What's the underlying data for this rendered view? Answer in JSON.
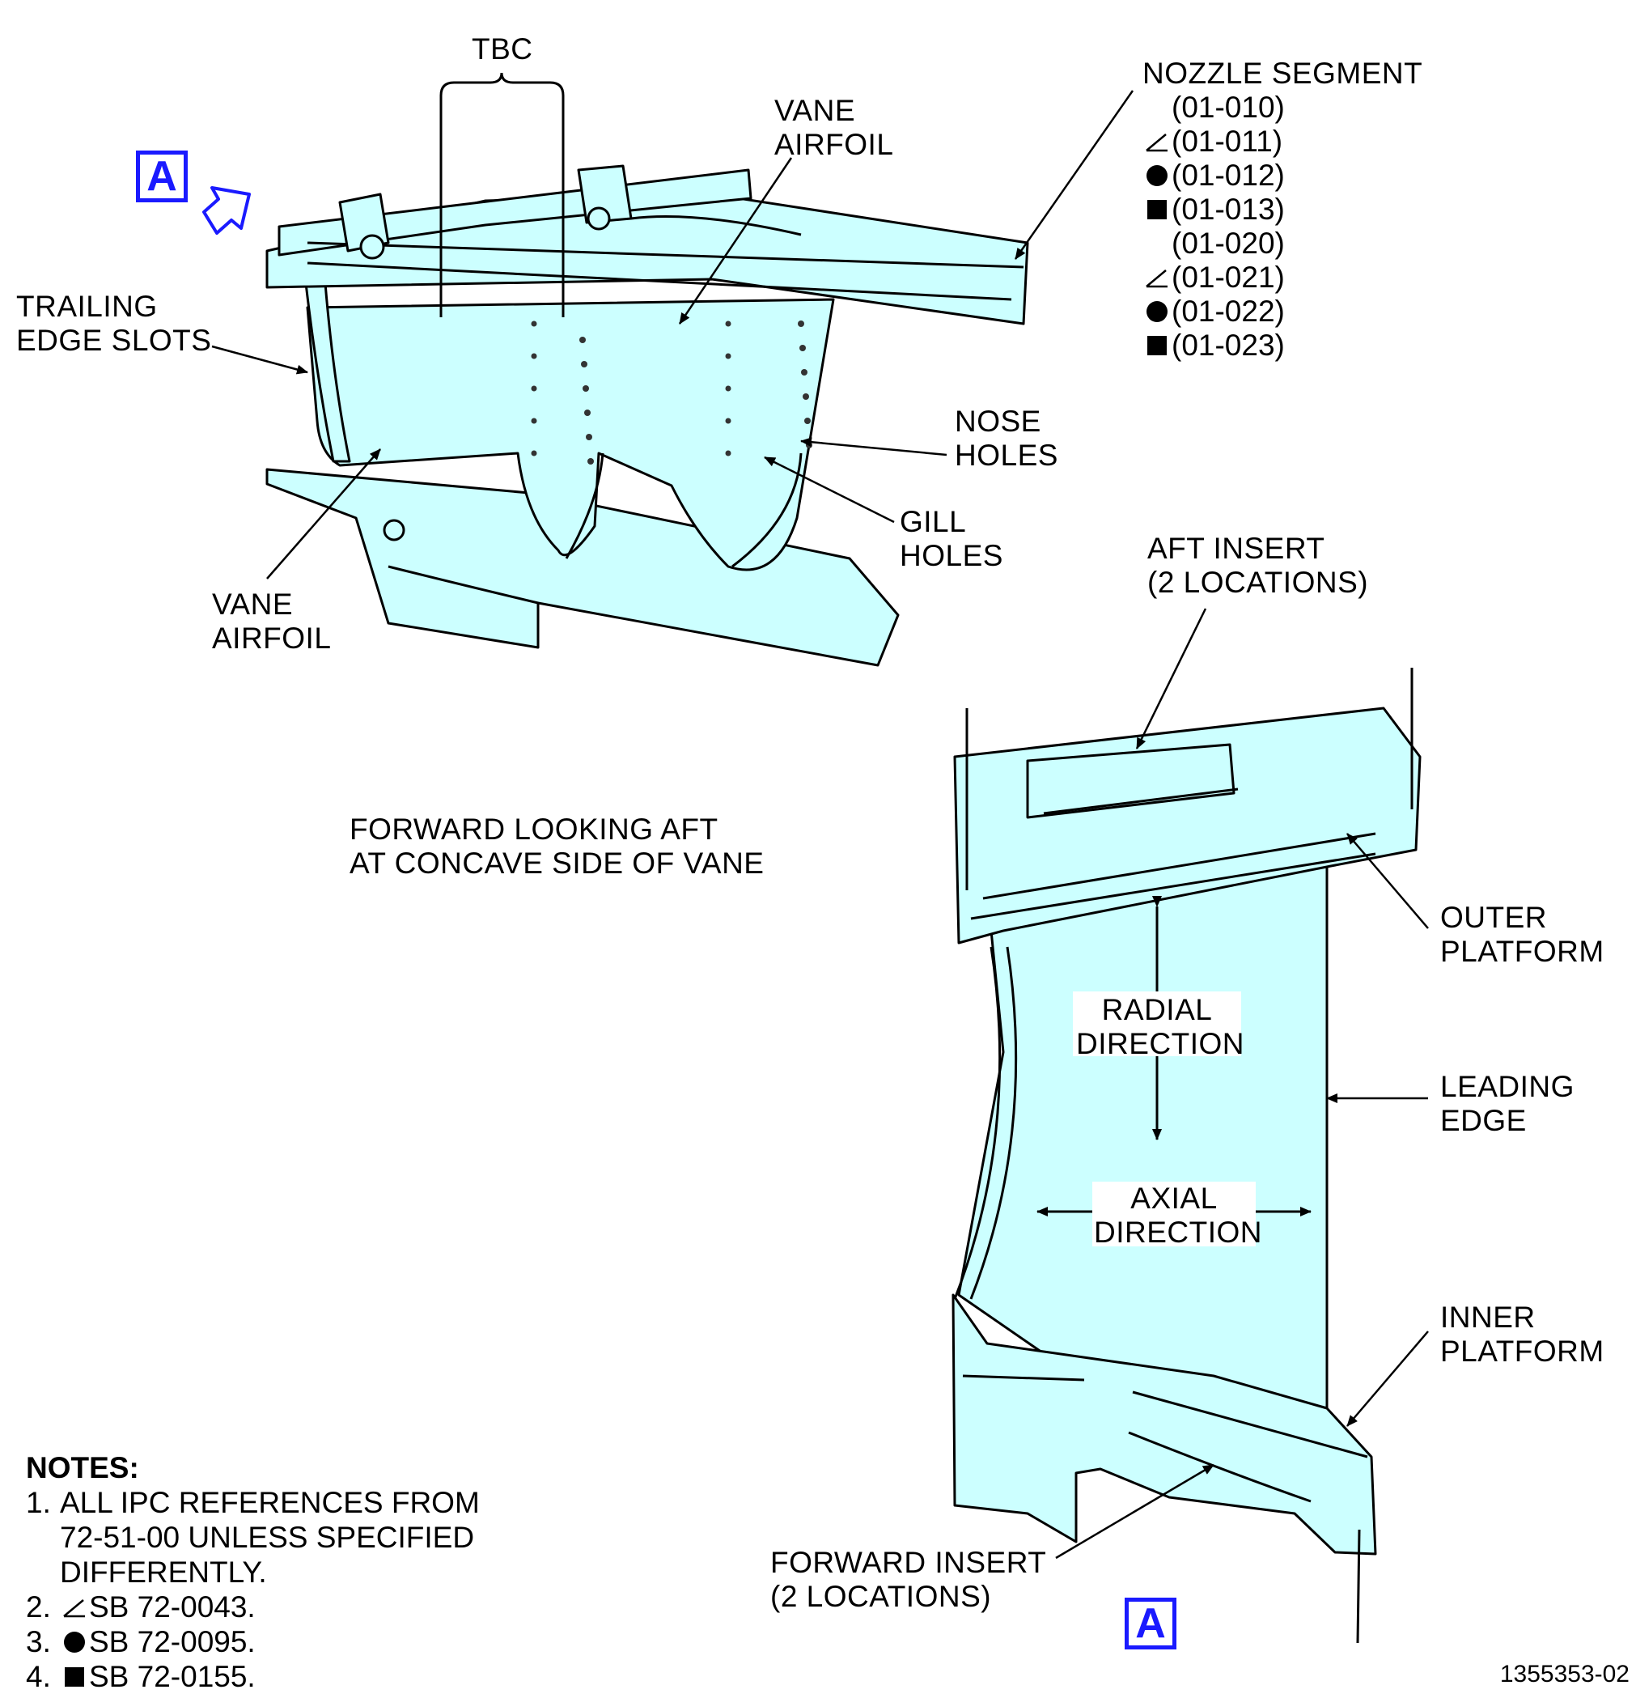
{
  "labels": {
    "tbc": "TBC",
    "vane_airfoil_top": [
      "VANE",
      "AIRFOIL"
    ],
    "trailing_edge_slots": [
      "TRAILING",
      "EDGE SLOTS"
    ],
    "vane_airfoil_bottom": [
      "VANE",
      "AIRFOIL"
    ],
    "nose_holes": [
      "NOSE",
      "HOLES"
    ],
    "gill_holes": [
      "GILL",
      "HOLES"
    ],
    "view_caption": [
      "FORWARD LOOKING AFT",
      "AT CONCAVE SIDE OF VANE"
    ],
    "aft_insert": [
      "AFT INSERT",
      "(2 LOCATIONS)"
    ],
    "outer_platform": [
      "OUTER",
      "PLATFORM"
    ],
    "radial_direction": [
      "RADIAL",
      "DIRECTION"
    ],
    "leading_edge": [
      "LEADING",
      "EDGE"
    ],
    "axial_direction": [
      "AXIAL",
      "DIRECTION"
    ],
    "inner_platform": [
      "INNER",
      "PLATFORM"
    ],
    "forward_insert": [
      "FORWARD INSERT",
      "(2 LOCATIONS)"
    ]
  },
  "view_tag": "A",
  "nozzle_segment": {
    "title": "NOZZLE SEGMENT",
    "refs": [
      {
        "mark": "none",
        "ref": "(01-010)"
      },
      {
        "mark": "triangle",
        "ref": "(01-011)"
      },
      {
        "mark": "circle",
        "ref": "(01-012)"
      },
      {
        "mark": "square",
        "ref": "(01-013)"
      },
      {
        "mark": "none",
        "ref": "(01-020)"
      },
      {
        "mark": "triangle",
        "ref": "(01-021)"
      },
      {
        "mark": "circle",
        "ref": "(01-022)"
      },
      {
        "mark": "square",
        "ref": "(01-023)"
      }
    ]
  },
  "notes": {
    "header": "NOTES:",
    "items": [
      {
        "num": "1.",
        "mark": "none",
        "text": "ALL IPC REFERENCES FROM\n72-51-00 UNLESS SPECIFIED\nDIFFERENTLY."
      },
      {
        "num": "2.",
        "mark": "triangle",
        "text": "SB 72-0043."
      },
      {
        "num": "3.",
        "mark": "circle",
        "text": "SB 72-0095."
      },
      {
        "num": "4.",
        "mark": "square",
        "text": "SB 72-0155."
      }
    ]
  },
  "drawing_number": "1355353-02",
  "colors": {
    "part_fill": "#ccffff",
    "view_tag": "#1a1aff",
    "line": "#000000"
  }
}
